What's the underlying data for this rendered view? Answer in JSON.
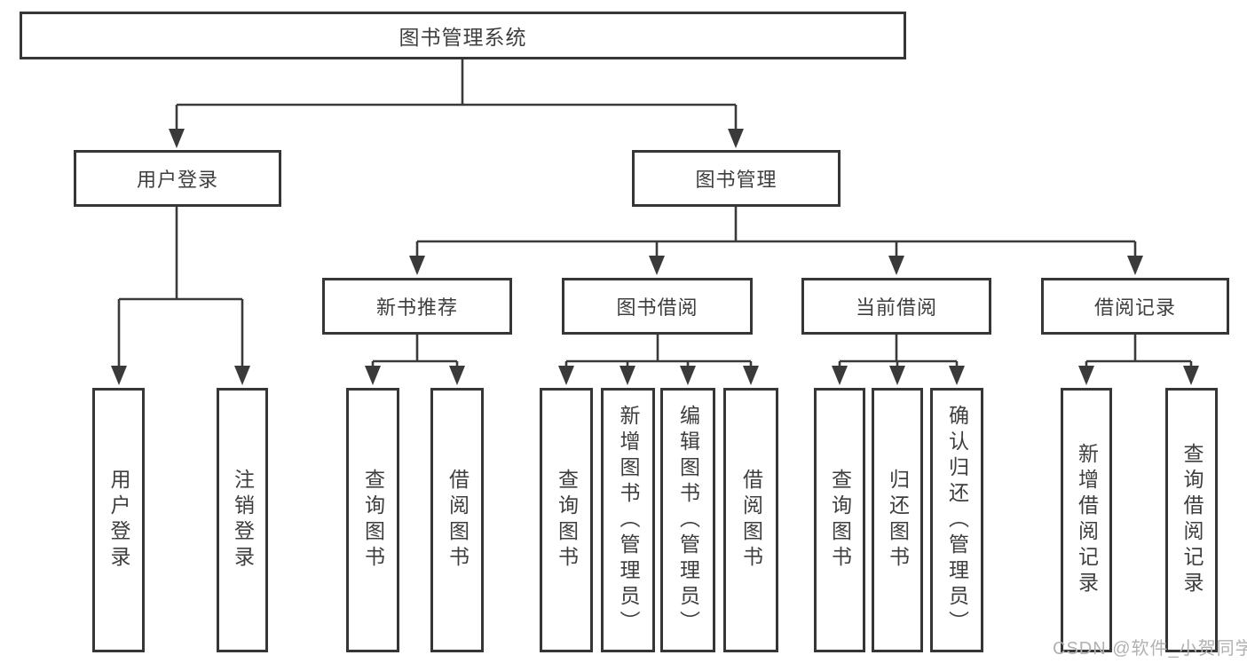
{
  "page": {
    "background": "#ffffff"
  },
  "colors": {
    "connector_line": "#3a3a3a",
    "box_border": "#363636",
    "box_fill": "#ffffff",
    "label_text": "#3e3e3e",
    "watermark_text": "#b1b1b1"
  },
  "watermark": {
    "text": "CSDN @软件_小贺同学"
  },
  "tree": {
    "root": {
      "label": "图书管理系统"
    },
    "branches": [
      {
        "label": "用户登录",
        "children": [
          "用户登录",
          "注销登录"
        ]
      },
      {
        "label": "图书管理",
        "groups": [
          {
            "label": "新书推荐",
            "children": [
              "查询图书",
              "借阅图书"
            ]
          },
          {
            "label": "图书借阅",
            "children": [
              "查询图书",
              "新增图书（管理员）",
              "编辑图书（管理员）",
              "借阅图书"
            ]
          },
          {
            "label": "当前借阅",
            "children": [
              "查询图书",
              "归还图书",
              "确认归还（管理员）"
            ]
          },
          {
            "label": "借阅记录",
            "children": [
              "新增借阅记录",
              "查询借阅记录"
            ]
          }
        ]
      }
    ]
  }
}
